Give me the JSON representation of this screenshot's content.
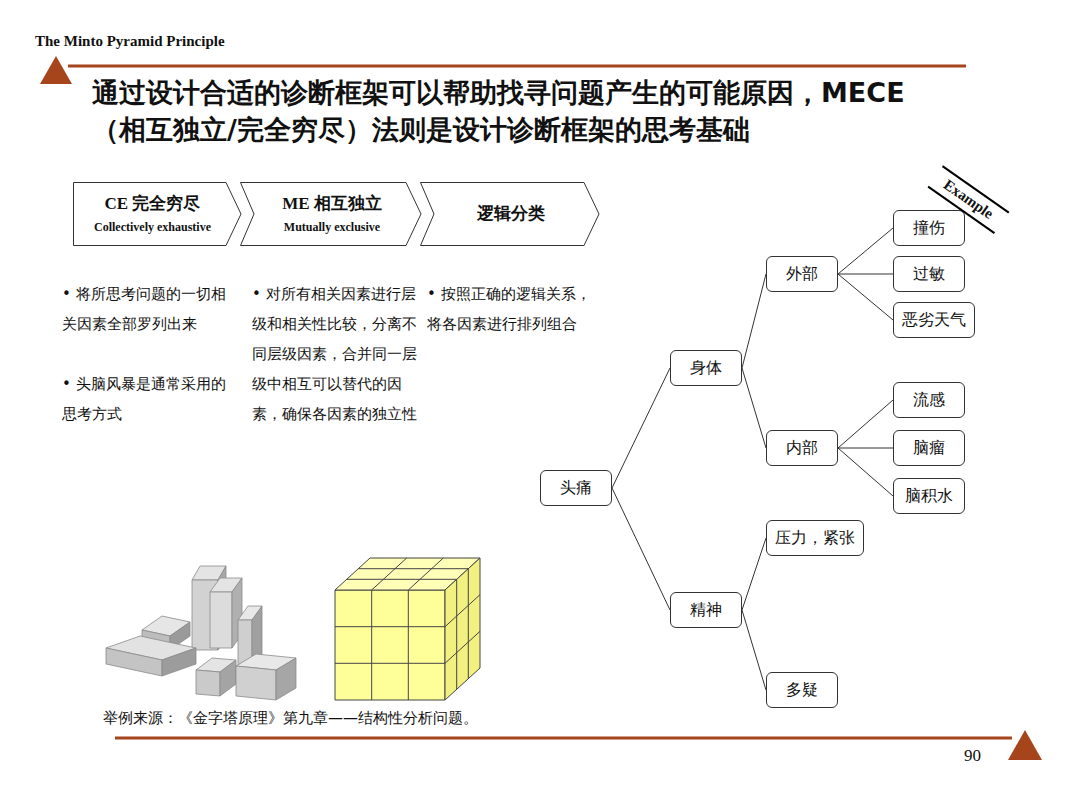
{
  "diagram": {
    "title": "通过设计合适的诊断框架可以帮助找寻问题产生的可能原因，MECE （相互独立/完全穷尽）法则是设计诊断框架的思考基础",
    "caption": "举例来源：《金字塔原理》第九章——结构性分析问题。",
    "nodes": [
      {
        "text": [
          "CE 完全穷尽",
          "Collectively exhaustive"
        ]
      },
      {
        "text": [
          "ME 相互独立",
          "Mutually exclusive"
        ]
      },
      {
        "text": [
          "逻辑分类"
        ]
      },
      {
        "text": [
          "头痛"
        ]
      },
      {
        "text": [
          "身体"
        ]
      },
      {
        "text": [
          "精神"
        ]
      },
      {
        "text": [
          "外部"
        ]
      },
      {
        "text": [
          "内部"
        ]
      },
      {
        "text": [
          "撞伤"
        ]
      },
      {
        "text": [
          "过敏"
        ]
      },
      {
        "text": [
          "恶劣天气"
        ]
      },
      {
        "text": [
          "流感"
        ]
      },
      {
        "text": [
          "脑瘤"
        ]
      },
      {
        "text": [
          "脑积水"
        ]
      },
      {
        "text": [
          "压力，紧张"
        ]
      },
      {
        "text": [
          "多疑"
        ]
      }
    ],
    "edges": [
      {
        "from": 3,
        "to": 4,
        "arrow": "none"
      },
      {
        "from": 3,
        "to": 5,
        "arrow": "none"
      },
      {
        "from": 4,
        "to": 6,
        "arrow": "none"
      },
      {
        "from": 4,
        "to": 7,
        "arrow": "none"
      },
      {
        "from": 6,
        "to": 8,
        "arrow": "none"
      },
      {
        "from": 6,
        "to": 9,
        "arrow": "none"
      },
      {
        "from": 6,
        "to": 10,
        "arrow": "none"
      },
      {
        "from": 7,
        "to": 11,
        "arrow": "none"
      },
      {
        "from": 7,
        "to": 12,
        "arrow": "none"
      },
      {
        "from": 7,
        "to": 13,
        "arrow": "none"
      },
      {
        "from": 5,
        "to": 14,
        "arrow": "none"
      },
      {
        "from": 5,
        "to": 15,
        "arrow": "none"
      }
    ],
    "labels": [
      "The Minto Pyramid Principle",
      "Example",
      "• 将所思考问题的一切相关因素全部罗列出来",
      "• 头脑风暴是通常采用的思考方式",
      "• 对所有相关因素进行层级和相关性比较，分离不同层级因素，合并同一层级中相互可以替代的因素，确保各因素的独立性",
      "• 按照正确的逻辑关系，将各因素进行排列组合",
      "90"
    ]
  }
}
